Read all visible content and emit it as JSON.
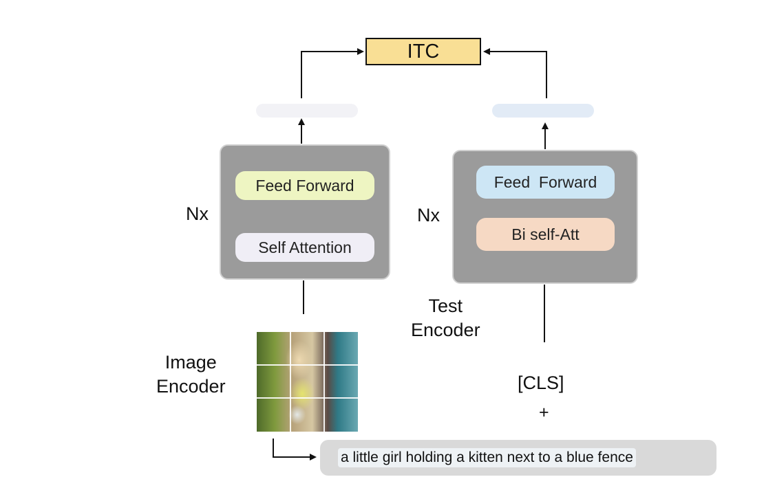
{
  "itc": {
    "label": "ITC"
  },
  "image_encoder": {
    "repeat_label": "Nx",
    "feed_forward_label": "Feed Forward",
    "self_attention_label": "Self Attention",
    "title_line1": "Image",
    "title_line2": "Encoder"
  },
  "text_encoder": {
    "repeat_label": "Nx",
    "feed_forward_label": "Feed  Forward",
    "bi_self_att_label": "Bi self-Att",
    "title_line1": "Test",
    "title_line2": "Encoder"
  },
  "text_input": {
    "cls_token": "[CLS]",
    "plus": "+",
    "caption": "a little girl holding a kitten next to a blue fence"
  },
  "colors": {
    "itc_fill": "#f9df95",
    "block_fill": "#9b9b9b",
    "image_feed_forward": "#eef5c2",
    "image_self_attention": "#f0eef6",
    "text_feed_forward": "#cde6f5",
    "text_bi_self_att": "#f6d9c4",
    "caption_fill": "#d9d9d9"
  }
}
